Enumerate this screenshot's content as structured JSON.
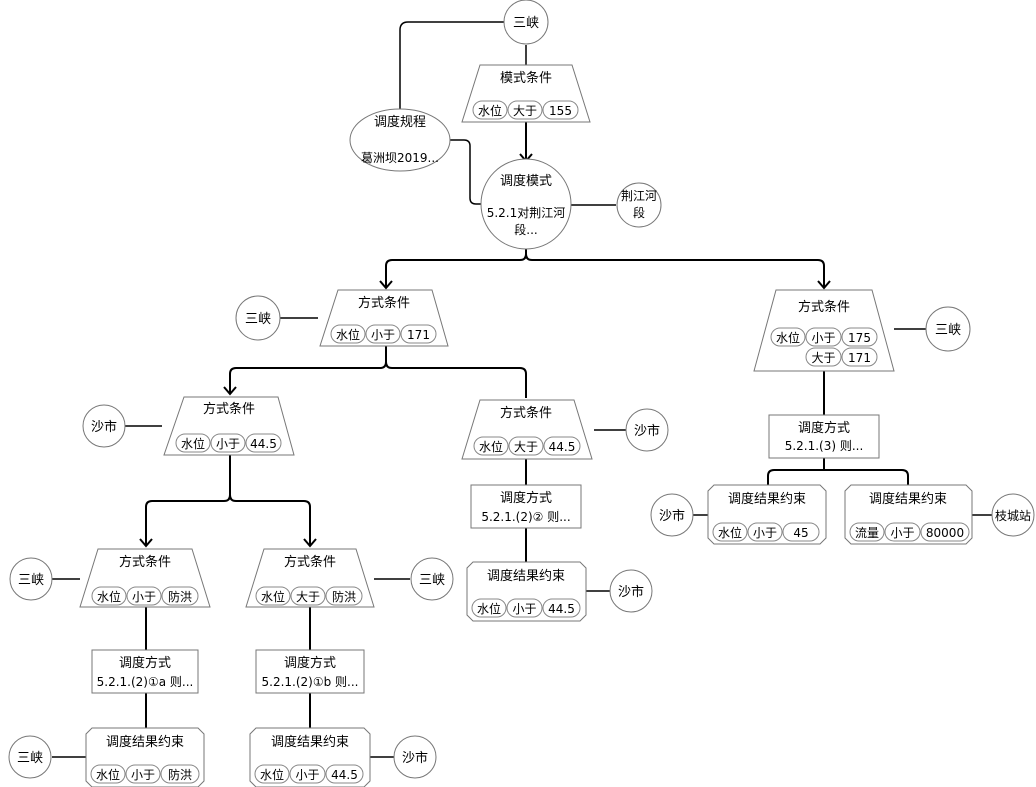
{
  "nodes": {
    "sx_top": "三峡",
    "mode_cond": {
      "title": "模式条件",
      "tags": [
        "水位",
        "大于",
        "155"
      ]
    },
    "reg": {
      "title": "调度规程",
      "text": "葛洲坝2019..."
    },
    "mode": {
      "title": "调度模式",
      "line1": "5.2.1对荆江河",
      "line2": "段..."
    },
    "jj": {
      "line1": "荆江河",
      "line2": "段"
    },
    "c1": {
      "title": "方式条件",
      "tags": [
        "水位",
        "小于",
        "171"
      ]
    },
    "sx_c1": "三峡",
    "c2": {
      "title": "方式条件",
      "row1": [
        "水位",
        "小于",
        "175"
      ],
      "row2": [
        "大于",
        "171"
      ]
    },
    "sx_c2": "三峡",
    "c11": {
      "title": "方式条件",
      "tags": [
        "水位",
        "小于",
        "44.5"
      ]
    },
    "ss_c11": "沙市",
    "c12": {
      "title": "方式条件",
      "tags": [
        "水位",
        "大于",
        "44.5"
      ]
    },
    "ss_c12": "沙市",
    "m2": {
      "title": "调度方式",
      "text": "5.2.1.(3) 则..."
    },
    "r21": {
      "title": "调度结果约束",
      "tags": [
        "水位",
        "小于",
        "45"
      ]
    },
    "ss_r21": "沙市",
    "r22": {
      "title": "调度结果约束",
      "tags": [
        "流量",
        "小于",
        "80000"
      ]
    },
    "zcz": "枝城站",
    "m12": {
      "title": "调度方式",
      "text": "5.2.1.(2)② 则..."
    },
    "r12": {
      "title": "调度结果约束",
      "tags": [
        "水位",
        "小于",
        "44.5"
      ]
    },
    "ss_r12": "沙市",
    "c111": {
      "title": "方式条件",
      "tags": [
        "水位",
        "小于",
        "防洪"
      ]
    },
    "sx_c111": "三峡",
    "c112": {
      "title": "方式条件",
      "tags": [
        "水位",
        "大于",
        "防洪"
      ]
    },
    "sx_c112": "三峡",
    "m111": {
      "title": "调度方式",
      "text": "5.2.1.(2)①a 则..."
    },
    "m112": {
      "title": "调度方式",
      "text": "5.2.1.(2)①b 则..."
    },
    "r111": {
      "title": "调度结果约束",
      "tags": [
        "水位",
        "小于",
        "防洪"
      ]
    },
    "sx_r111": "三峡",
    "r112": {
      "title": "调度结果约束",
      "tags": [
        "水位",
        "小于",
        "44.5"
      ]
    },
    "ss_r112": "沙市"
  }
}
